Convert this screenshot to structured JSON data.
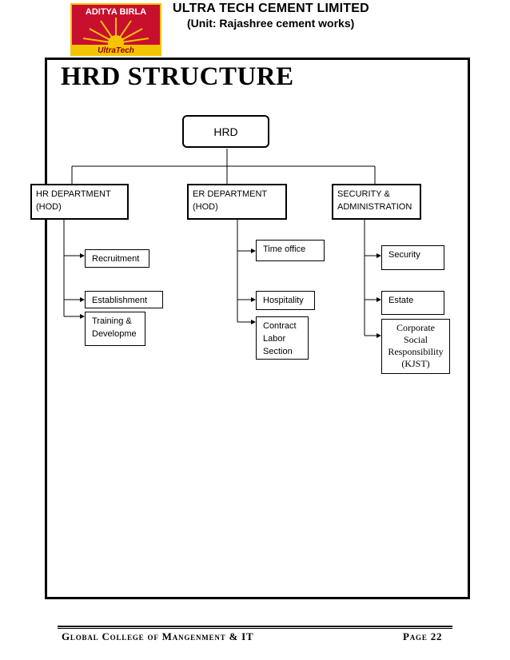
{
  "header": {
    "logo_brand": "ADITYA BIRLA",
    "logo_sub": "UltraTech",
    "company": "ULTRA TECH CEMENT LIMITED",
    "unit": "(Unit: Rajashree cement works)"
  },
  "heading": "HRD STRUCTURE",
  "org": {
    "root": "HRD",
    "departments": [
      {
        "line1": "HR DEPARTMENT",
        "line2": "(HOD)",
        "children": [
          "Recruitment",
          "Establishment",
          "Training & Developme"
        ]
      },
      {
        "line1": "ER DEPARTMENT",
        "line2": "(HOD)",
        "children": [
          "Time office",
          "Hospitality",
          "Contract Labor Section"
        ]
      },
      {
        "line1": "SECURITY &",
        "line2": "ADMINISTRATION",
        "children": [
          "Security",
          "Estate",
          "Corporate Social Responsibility (KJST)"
        ]
      }
    ]
  },
  "footer": {
    "left": "Global College of Mangenment & IT",
    "right": "Page 22"
  },
  "colors": {
    "logo_red": "#c8102e",
    "logo_yellow": "#f5c400",
    "logo_dark_red": "#8b0000"
  }
}
